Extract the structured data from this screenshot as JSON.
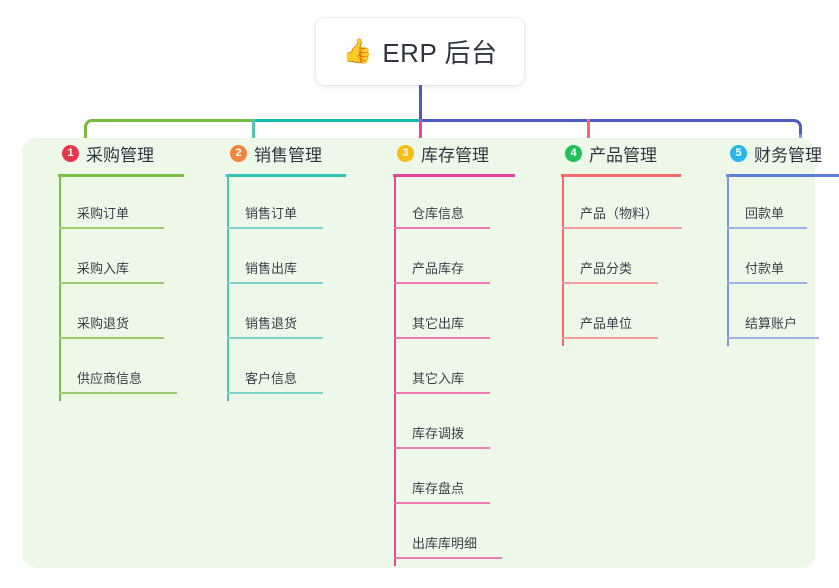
{
  "root": {
    "icon": "thumbs-up-icon",
    "icon_glyph": "👍",
    "label": "ERP 后台"
  },
  "colors": {
    "panel_bg": "#eef8e9",
    "root_stem": "#4a5bc4",
    "bus_green": "#76b93c",
    "bus_teal": "#0fbfa8",
    "bus_blue": "#4a5bc4",
    "col1": "#7ac143",
    "col2": "#4fc3b5",
    "col3": "#e8459a",
    "col4": "#f2696b",
    "col5": "#7e94df",
    "badge1": "#e8364f",
    "badge2": "#f0853d",
    "badge3": "#f5bc1a",
    "badge4": "#21c05a",
    "badge5": "#29b6e8"
  },
  "columns": [
    {
      "number": "1",
      "title": "采购管理",
      "items": [
        {
          "label": "采购订单"
        },
        {
          "label": "采购入库"
        },
        {
          "label": "采购退货"
        },
        {
          "label": "供应商信息"
        }
      ]
    },
    {
      "number": "2",
      "title": "销售管理",
      "items": [
        {
          "label": "销售订单"
        },
        {
          "label": "销售出库"
        },
        {
          "label": "销售退货"
        },
        {
          "label": "客户信息"
        }
      ]
    },
    {
      "number": "3",
      "title": "库存管理",
      "items": [
        {
          "label": "仓库信息"
        },
        {
          "label": "产品库存"
        },
        {
          "label": "其它出库"
        },
        {
          "label": "其它入库"
        },
        {
          "label": "库存调拨"
        },
        {
          "label": "库存盘点"
        },
        {
          "label": "出库库明细"
        }
      ]
    },
    {
      "number": "4",
      "title": "产品管理",
      "items": [
        {
          "label": "产品（物料）"
        },
        {
          "label": "产品分类"
        },
        {
          "label": "产品单位"
        }
      ]
    },
    {
      "number": "5",
      "title": "财务管理",
      "items": [
        {
          "label": "回款单"
        },
        {
          "label": "付款单"
        },
        {
          "label": "结算账户"
        }
      ]
    }
  ]
}
